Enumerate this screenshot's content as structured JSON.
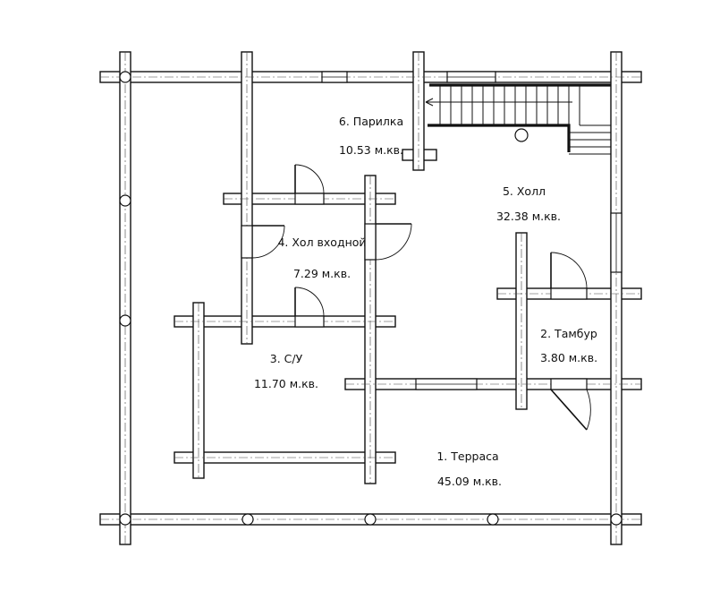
{
  "rooms": [
    {
      "number": "6. Парилка",
      "area": "10.53 м.кв."
    },
    {
      "number": "5. Холл",
      "area": "32.38 м.кв."
    },
    {
      "number": "4. Хол входной",
      "area": "7.29 м.кв."
    },
    {
      "number": "2. Тамбур",
      "area": "3.80 м.кв."
    },
    {
      "number": "3. С/У",
      "area": "11.70 м.кв."
    },
    {
      "number": "1.  Терраса",
      "area": "45.09 м.кв."
    }
  ],
  "colors": {
    "line": "#111111",
    "background": "#ffffff"
  }
}
